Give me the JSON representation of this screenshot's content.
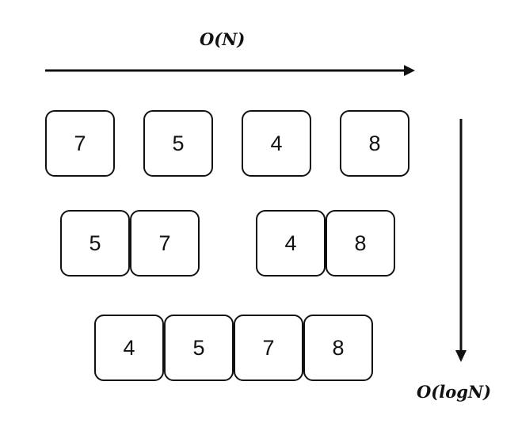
{
  "labels": {
    "horizontal_complexity": "O(N)",
    "vertical_complexity": "O(logN)"
  },
  "levels": [
    {
      "groups": [
        [
          "7"
        ],
        [
          "5"
        ],
        [
          "4"
        ],
        [
          "8"
        ]
      ]
    },
    {
      "groups": [
        [
          "5",
          "7"
        ],
        [
          "4",
          "8"
        ]
      ]
    },
    {
      "groups": [
        [
          "4",
          "5",
          "7",
          "8"
        ]
      ]
    }
  ]
}
